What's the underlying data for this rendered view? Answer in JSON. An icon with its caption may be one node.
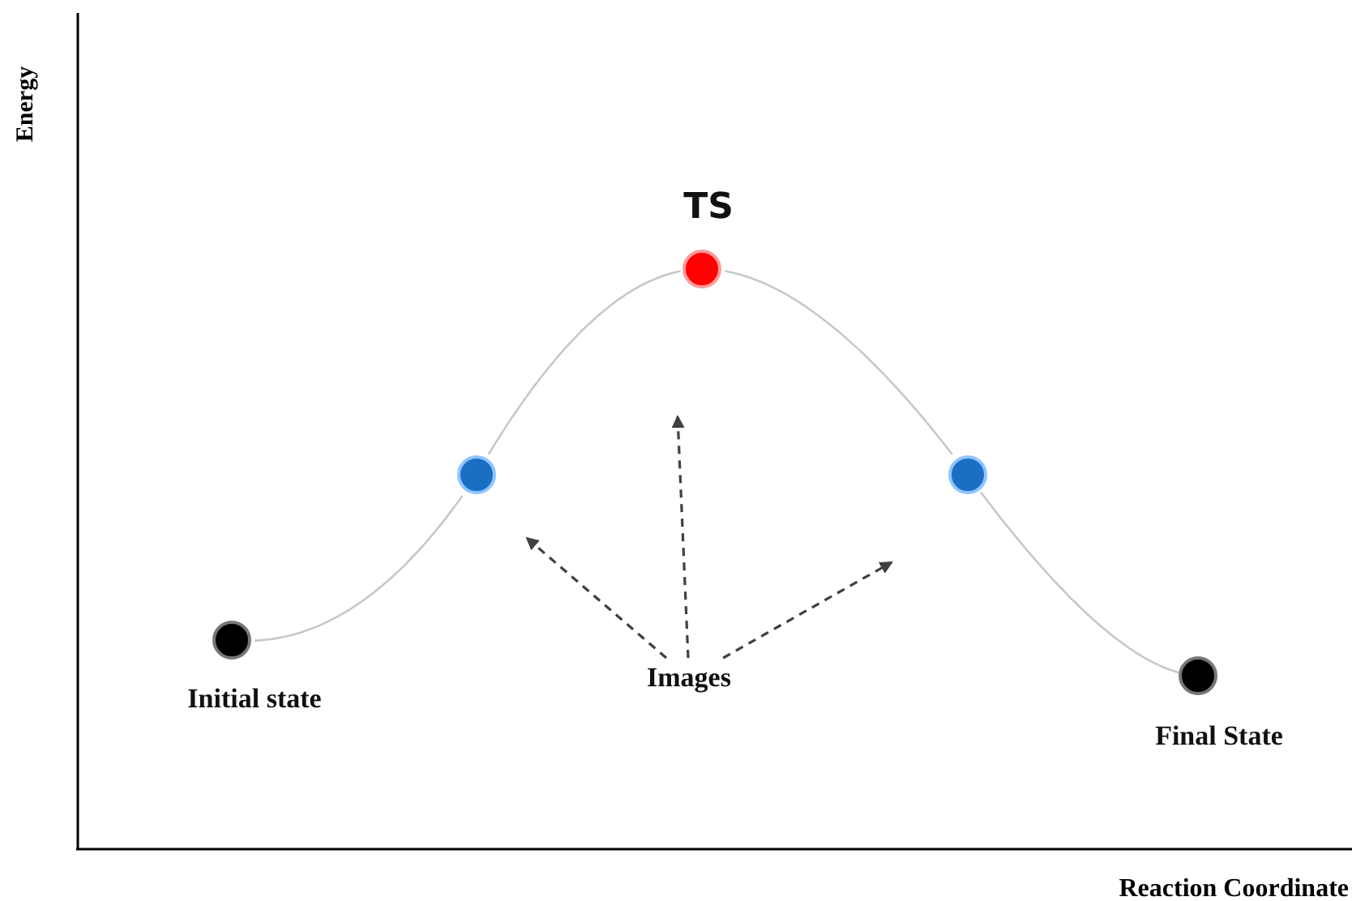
{
  "diagram": {
    "nodes": [
      {
        "text": [],
        "shape": "circle",
        "beside": [
          "Initial state"
        ]
      },
      {
        "text": [],
        "shape": "circle"
      },
      {
        "text": [],
        "shape": "circle",
        "beside": [
          "TS"
        ]
      },
      {
        "text": [],
        "shape": "circle"
      },
      {
        "text": [],
        "shape": "circle",
        "beside": [
          "Final State"
        ]
      },
      {
        "text": [
          "Images"
        ]
      }
    ],
    "edges": [
      {
        "from": 0,
        "to": 1,
        "arrow": "none"
      },
      {
        "from": 1,
        "to": 2,
        "arrow": "none"
      },
      {
        "from": 2,
        "to": 3,
        "arrow": "none"
      },
      {
        "from": 3,
        "to": 4,
        "arrow": "none"
      },
      {
        "from": 5,
        "to": null,
        "arrow": "to",
        "style": "dashed",
        "color": "#404040"
      },
      {
        "from": 5,
        "to": null,
        "arrow": "to",
        "style": "dashed",
        "color": "#404040"
      },
      {
        "from": 5,
        "to": null,
        "arrow": "to",
        "style": "dashed",
        "color": "#404040"
      }
    ],
    "labels": [
      "Energy",
      "Reaction Coordinate"
    ]
  }
}
